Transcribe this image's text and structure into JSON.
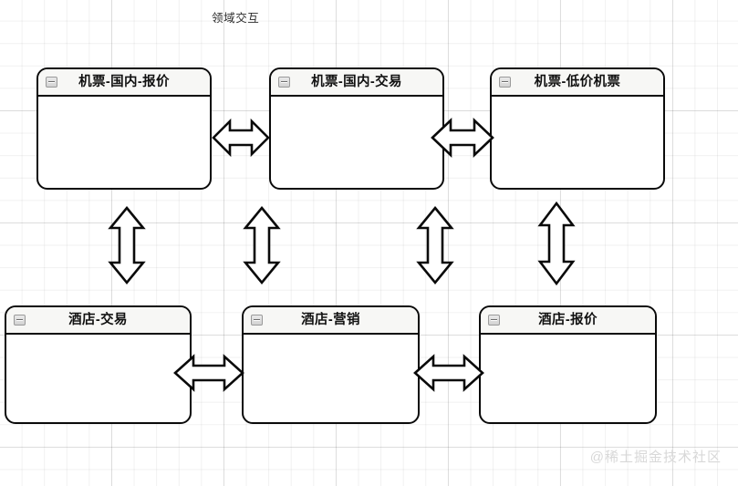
{
  "diagram": {
    "title": "领域交互",
    "watermark": "@稀土掘金技术社区",
    "background": {
      "grid": "on",
      "canvas_color": "#ffffff",
      "grid_color": "#e6e6e6"
    },
    "node_style": {
      "border_color": "#0a0a0a",
      "header_fill": "#f7f7f5",
      "body_fill": "#ffffff"
    },
    "nodes": [
      {
        "id": "jp-guonei-baojia",
        "label": "机票-国内-报价",
        "icon": "collapse-minus-icon",
        "row": "top",
        "col": 1
      },
      {
        "id": "jp-guonei-jiaoyi",
        "label": "机票-国内-交易",
        "icon": "collapse-minus-icon",
        "row": "top",
        "col": 2
      },
      {
        "id": "jp-dijia-jipiao",
        "label": "机票-低价机票",
        "icon": "collapse-minus-icon",
        "row": "top",
        "col": 3
      },
      {
        "id": "jd-jiaoyi",
        "label": "酒店-交易",
        "icon": "collapse-minus-icon",
        "row": "bottom",
        "col": 1
      },
      {
        "id": "jd-yingxiao",
        "label": "酒店-营销",
        "icon": "collapse-minus-icon",
        "row": "bottom",
        "col": 2
      },
      {
        "id": "jd-baojia",
        "label": "酒店-报价",
        "icon": "collapse-minus-icon",
        "row": "bottom",
        "col": 3
      }
    ],
    "connectors": [
      {
        "id": "c1",
        "from": "jp-guonei-baojia",
        "to": "jp-guonei-jiaoyi",
        "type": "double-arrow",
        "orientation": "horizontal"
      },
      {
        "id": "c2",
        "from": "jp-guonei-jiaoyi",
        "to": "jp-dijia-jipiao",
        "type": "double-arrow",
        "orientation": "horizontal"
      },
      {
        "id": "c3",
        "from": "jp-guonei-baojia",
        "to": "jd-jiaoyi",
        "type": "double-arrow",
        "orientation": "vertical"
      },
      {
        "id": "c4",
        "from": "jp-guonei-jiaoyi",
        "to": "jd-jiaoyi",
        "type": "double-arrow",
        "orientation": "vertical"
      },
      {
        "id": "c5",
        "from": "jp-guonei-jiaoyi",
        "to": "jd-yingxiao",
        "type": "double-arrow",
        "orientation": "vertical"
      },
      {
        "id": "c6",
        "from": "jp-dijia-jipiao",
        "to": "jd-baojia",
        "type": "double-arrow",
        "orientation": "vertical"
      },
      {
        "id": "c7",
        "from": "jd-jiaoyi",
        "to": "jd-yingxiao",
        "type": "double-arrow",
        "orientation": "horizontal"
      },
      {
        "id": "c8",
        "from": "jd-yingxiao",
        "to": "jd-baojia",
        "type": "double-arrow",
        "orientation": "horizontal"
      }
    ]
  }
}
